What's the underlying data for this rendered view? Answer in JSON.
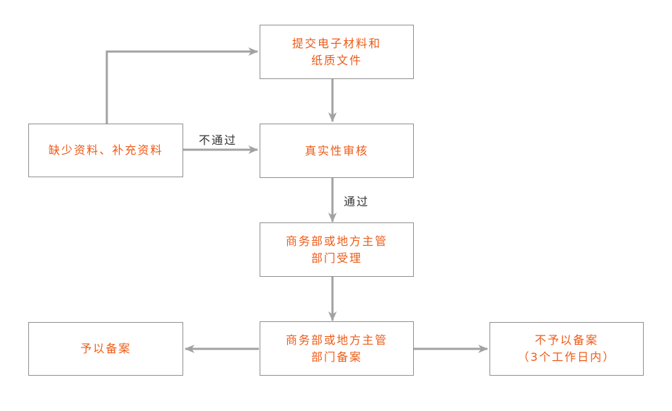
{
  "colors": {
    "node_text": "#ee5a16",
    "node_border": "#8f8f8f",
    "connector": "#a2a2a2",
    "edge_label_text": "#333333"
  },
  "nodes": {
    "submit": {
      "line1": "提交电子材料和",
      "line2": "纸质文件"
    },
    "review": {
      "line1": "真实性审核"
    },
    "supplement": {
      "line1": "缺少资料、补充资料"
    },
    "accept": {
      "line1": "商务部或地方主管",
      "line2": "部门受理"
    },
    "record": {
      "line1": "商务部或地方主管",
      "line2": "部门备案"
    },
    "grant": {
      "line1": "予以备案"
    },
    "deny": {
      "line1": "不予以备案",
      "line2": "（3个工作日内）"
    }
  },
  "edges": {
    "fail": "不通过",
    "pass": "通过"
  }
}
